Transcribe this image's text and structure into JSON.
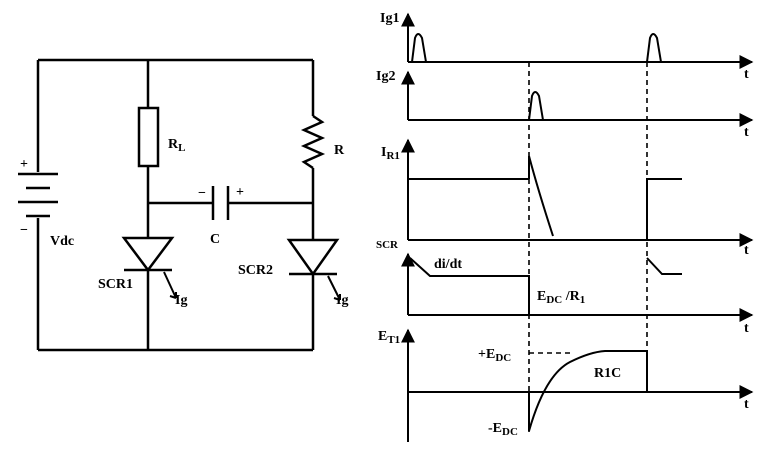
{
  "circuit": {
    "source_label": "Vdc",
    "source_plus": "+",
    "source_minus": "−",
    "load_label": "R",
    "load_sub": "L",
    "resistor_label": "R",
    "cap_label": "C",
    "cap_minus": "−",
    "cap_plus": "+",
    "scr1_label": "SCR1",
    "scr2_label": "SCR2",
    "gate1_label": "Ig",
    "gate2_label": "Ig"
  },
  "waveforms": {
    "time_label": "t",
    "ig1_label": "Ig1",
    "ig2_label": "Ig2",
    "ir1_main": "I",
    "ir1_sub": "R1",
    "scr_label": "SCR",
    "didt_label": "di/dt",
    "edc_r1_main": "E",
    "edc_r1_sub": "DC",
    "edc_r1_tail": " /R",
    "edc_r1_tail_sub": "1",
    "et1_main": "E",
    "et1_sub": "T1",
    "plus_edc_main": "+E",
    "plus_edc_sub": "DC",
    "minus_edc_main": "-E",
    "minus_edc_sub": "DC",
    "r1c_label": "R1C"
  }
}
